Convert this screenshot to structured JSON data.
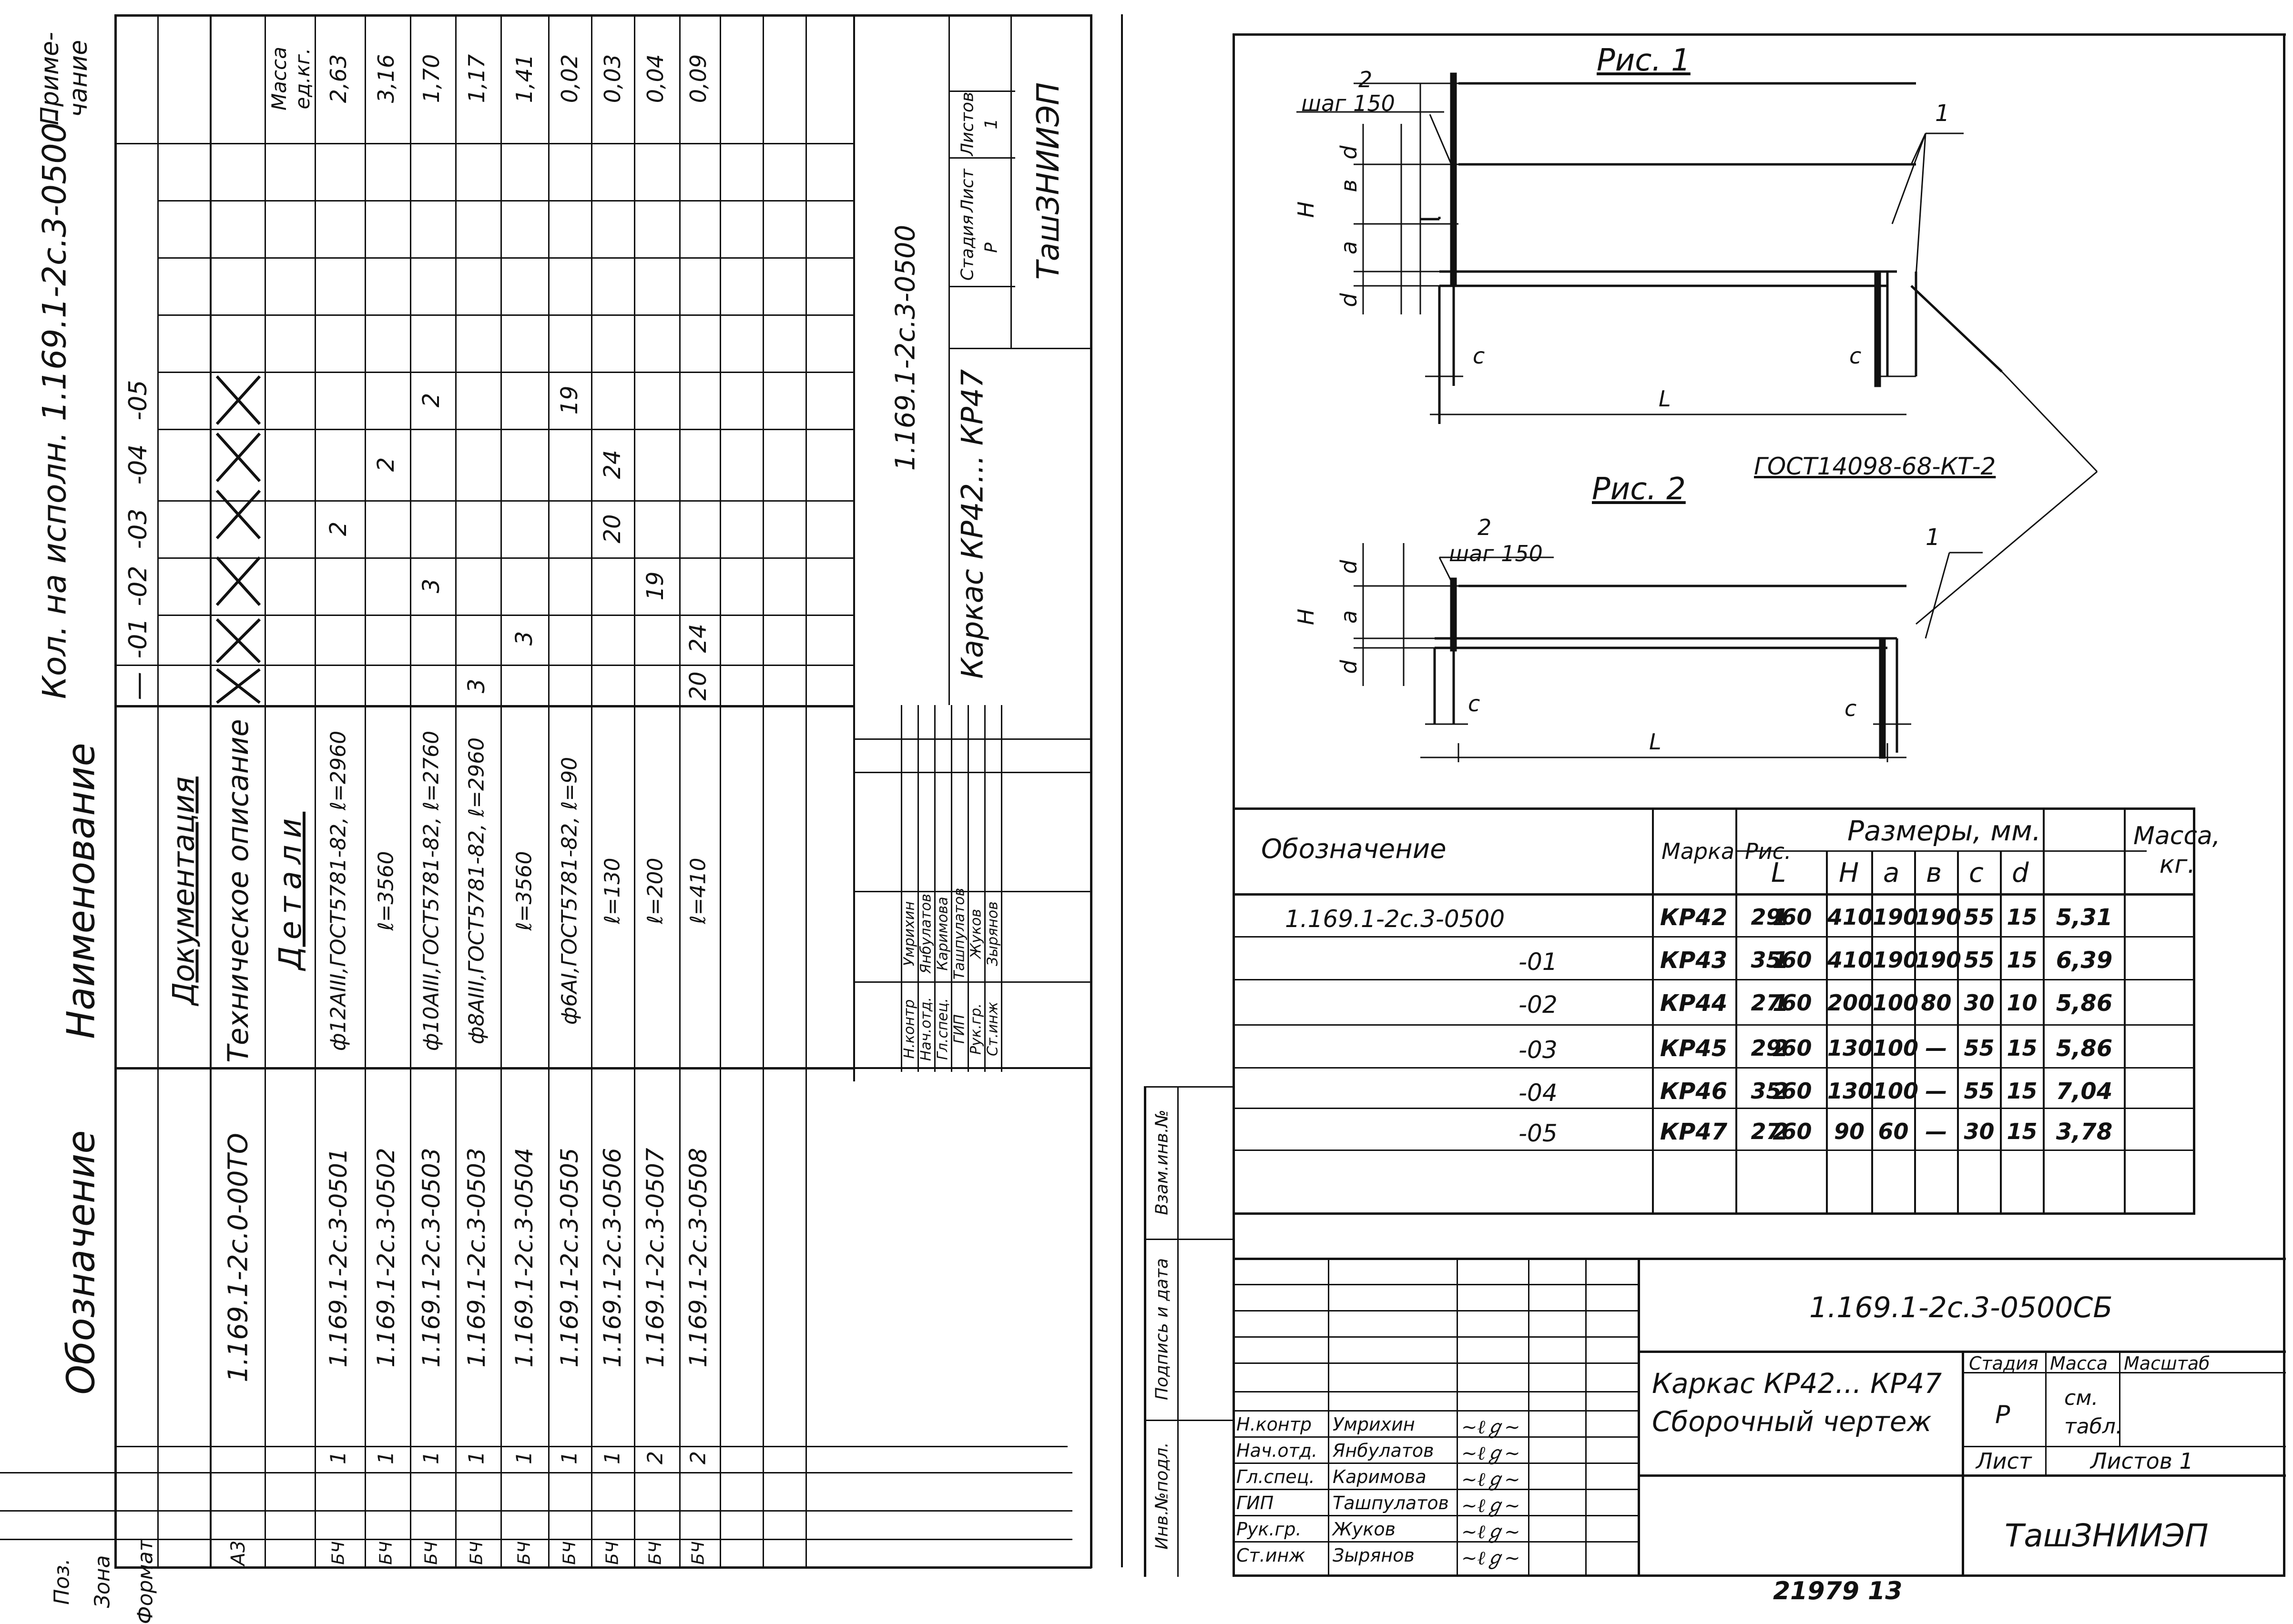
{
  "spec": {
    "columns": {
      "format": "Формат",
      "zone": "Зона",
      "pos": "Поз.",
      "designation": "Обозначение",
      "name": "Наименование",
      "qty_header": "Кол. на исполн. 1.169.1-2с.3-0500-",
      "note": "Приме-чание"
    },
    "variants": [
      "—",
      "-01",
      "-02",
      "-03",
      "-04",
      "-05"
    ],
    "doc_section": "Документация",
    "doc_row": {
      "format": "А3",
      "designation": "1.169.1-2с.0-00ТО",
      "name": "Техническое описание"
    },
    "details_section": "Детали",
    "mass_header": "Масса ед.кг.",
    "details": [
      {
        "format": "БЧ",
        "pos": "1",
        "designation": "1.169.1-2с.3-0501",
        "name": "ф12АIII,ГОСТ5781-82, ℓ=2960",
        "q": [
          "",
          "",
          "",
          "2",
          "",
          ""
        ],
        "mass": "2,63"
      },
      {
        "format": "БЧ",
        "pos": "1",
        "designation": "1.169.1-2с.3-0502",
        "name": "ℓ=3560",
        "q": [
          "",
          "",
          "",
          "",
          "2",
          ""
        ],
        "mass": "3,16"
      },
      {
        "format": "БЧ",
        "pos": "1",
        "designation": "1.169.1-2с.3-0503",
        "name": "ф10АIII,ГОСТ5781-82, ℓ=2760",
        "q": [
          "",
          "",
          "3",
          "",
          "",
          "2"
        ],
        "mass": "1,70"
      },
      {
        "format": "БЧ",
        "pos": "1",
        "designation": "1.169.1-2с.3-0503",
        "name": "ф8АIII,ГОСТ5781-82, ℓ=2960",
        "q": [
          "3",
          "",
          "",
          "",
          "",
          ""
        ],
        "mass": "1,17"
      },
      {
        "format": "БЧ",
        "pos": "1",
        "designation": "1.169.1-2с.3-0504",
        "name": "ℓ=3560",
        "q": [
          "",
          "3",
          "",
          "",
          "",
          ""
        ],
        "mass": "1,41"
      },
      {
        "format": "БЧ",
        "pos": "1",
        "designation": "1.169.1-2с.3-0505",
        "name": "ф6АI,ГОСТ5781-82, ℓ=90",
        "q": [
          "",
          "",
          "",
          "",
          "",
          "19"
        ],
        "mass": "0,02"
      },
      {
        "format": "БЧ",
        "pos": "1",
        "designation": "1.169.1-2с.3-0506",
        "name": "ℓ=130",
        "q": [
          "",
          "",
          "",
          "20",
          "24",
          ""
        ],
        "mass": "0,03"
      },
      {
        "format": "БЧ",
        "pos": "2",
        "designation": "1.169.1-2с.3-0507",
        "name": "ℓ=200",
        "q": [
          "",
          "",
          "19",
          "",
          "",
          ""
        ],
        "mass": "0,04"
      },
      {
        "format": "БЧ",
        "pos": "2",
        "designation": "1.169.1-2с.3-0508",
        "name": "ℓ=410",
        "q": [
          "20",
          "24",
          "",
          "",
          "",
          ""
        ],
        "mass": "0,09"
      }
    ],
    "stamp": {
      "code": "1.169.1-2с.3-0500",
      "title": "Каркас КР42... КР47",
      "stage_label": "Стадия",
      "sheet_label": "Лист",
      "sheets_label": "Листов",
      "stage": "Р",
      "sheets": "1",
      "org": "ТашЗНИИЭП",
      "people": [
        {
          "role": "Н.контр",
          "name": "Умрихин"
        },
        {
          "role": "Нач.отд.",
          "name": "Янбулатов"
        },
        {
          "role": "Гл.спец.",
          "name": "Каримова"
        },
        {
          "role": "ГИП",
          "name": "Ташпулатов"
        },
        {
          "role": "Рук.гр.",
          "name": "Жуков"
        },
        {
          "role": "Ст.инж",
          "name": "Зырянов"
        }
      ]
    }
  },
  "drawing": {
    "fig1_title": "Рис. 1",
    "fig2_title": "Рис. 2",
    "label_2": "2",
    "step": "шаг 150",
    "label_1": "1",
    "gost": "ГОСТ14098-68-КТ-2",
    "dims": {
      "H": "Н",
      "a": "а",
      "b": "в",
      "d": "d",
      "c": "с",
      "L": "L"
    }
  },
  "table": {
    "headers": {
      "designation": "Обозначение",
      "mark": "Марка",
      "fig": "Рис.",
      "sizes": "Размеры, мм.",
      "mass": "Масса, кг."
    },
    "sub": [
      "L",
      "Н",
      "а",
      "в",
      "с",
      "d"
    ],
    "rows": [
      {
        "designation": "1.169.1-2с.3-0500",
        "mark": "КР42",
        "fig": "1",
        "L": "2960",
        "H": "410",
        "a": "190",
        "b": "190",
        "c": "55",
        "d": "15",
        "mass": "5,31"
      },
      {
        "designation": "-01",
        "mark": "КР43",
        "fig": "1",
        "L": "3560",
        "H": "410",
        "a": "190",
        "b": "190",
        "c": "55",
        "d": "15",
        "mass": "6,39"
      },
      {
        "designation": "-02",
        "mark": "КР44",
        "fig": "1",
        "L": "2760",
        "H": "200",
        "a": "100",
        "b": "80",
        "c": "30",
        "d": "10",
        "mass": "5,86"
      },
      {
        "designation": "-03",
        "mark": "КР45",
        "fig": "2",
        "L": "2960",
        "H": "130",
        "a": "100",
        "b": "—",
        "c": "55",
        "d": "15",
        "mass": "5,86"
      },
      {
        "designation": "-04",
        "mark": "КР46",
        "fig": "2",
        "L": "3560",
        "H": "130",
        "a": "100",
        "b": "—",
        "c": "55",
        "d": "15",
        "mass": "7,04"
      },
      {
        "designation": "-05",
        "mark": "КР47",
        "fig": "2",
        "L": "2760",
        "H": "90",
        "a": "60",
        "b": "—",
        "c": "30",
        "d": "15",
        "mass": "3,78"
      }
    ]
  },
  "stamp2": {
    "code": "1.169.1-2с.3-0500СБ",
    "title_line1": "Каркас КР42... КР47",
    "title_line2": "Сборочный чертеж",
    "stage_label": "Стадия",
    "mass_label": "Масса",
    "scale_label": "Масштаб",
    "stage": "Р",
    "mass": "см. табл.",
    "sheet_label": "Лист",
    "sheets_label": "Листов 1",
    "org": "ТашЗНИИЭП",
    "side_labels": [
      "Инв.№подл.",
      "Подпись и дата",
      "Взам.инв.№"
    ],
    "people": [
      {
        "role": "Н.контр",
        "name": "Умрихин"
      },
      {
        "role": "Нач.отд.",
        "name": "Янбулатов"
      },
      {
        "role": "Гл.спец.",
        "name": "Каримова"
      },
      {
        "role": "ГИП",
        "name": "Ташпулатов"
      },
      {
        "role": "Рук.гр.",
        "name": "Жуков"
      },
      {
        "role": "Ст.инж",
        "name": "Зырянов"
      }
    ]
  },
  "footer": "21979   13"
}
